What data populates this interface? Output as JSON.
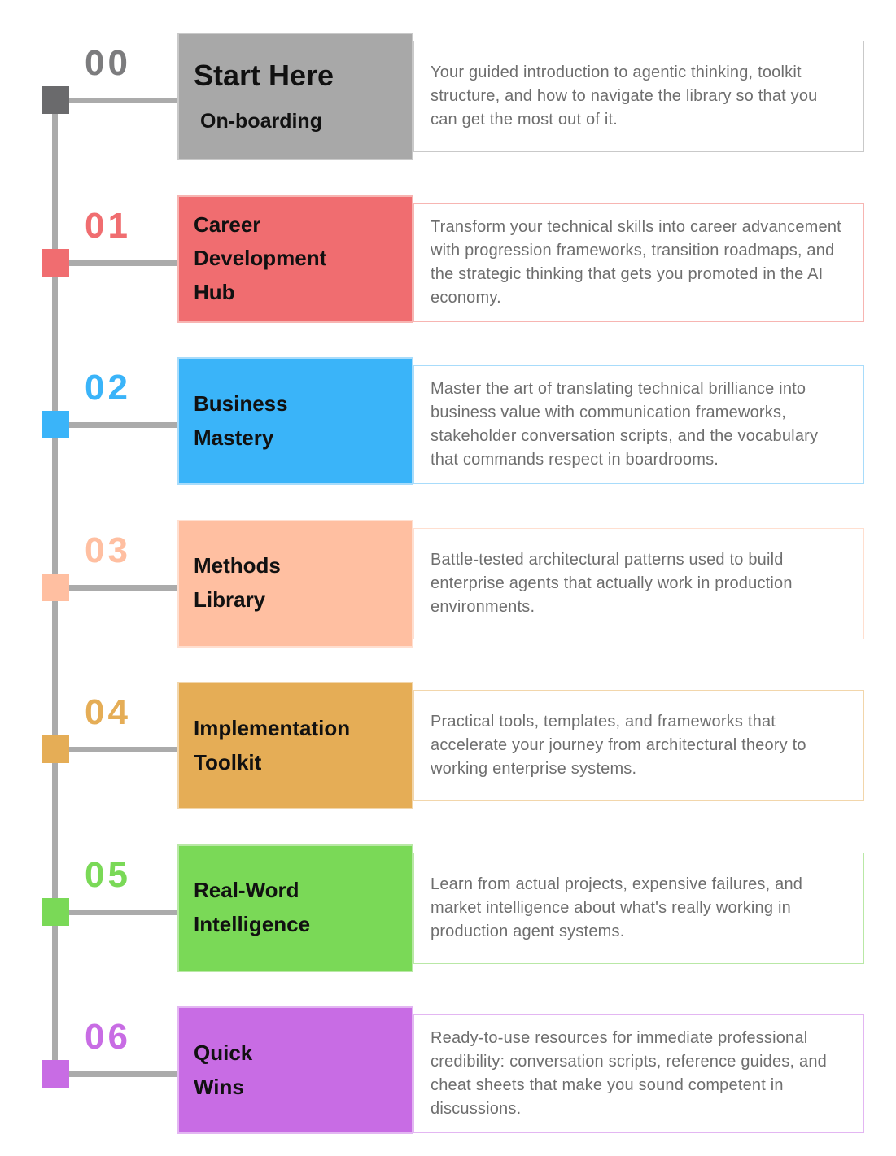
{
  "page": {
    "background": "#ffffff",
    "line_color": "#ababab",
    "title_text_color": "#111111",
    "description_text_color": "#6e6e6e"
  },
  "sections": [
    {
      "number": "00",
      "title": "Start Here",
      "subtitle": "On-boarding",
      "description": "Your guided introduction to agentic thinking, toolkit structure, and how to navigate the library so that you can get the most out of it.",
      "colors": {
        "box": "#a8a8a8",
        "number": "#7c7c7e",
        "square": "#6a6a6c",
        "border": "#c9c9c9"
      }
    },
    {
      "number": "01",
      "title": "Career\nDevelopment\nHub",
      "description": "Transform your technical skills into career advancement with progression frameworks, transition roadmaps, and the strategic thinking that gets you promoted in the AI economy.",
      "colors": {
        "box": "#f06d70",
        "number": "#f06d70",
        "square": "#f06d70",
        "border": "#f7b5b2"
      }
    },
    {
      "number": "02",
      "title": "Business\nMastery",
      "description": "Master the art of translating technical brilliance into business value with communication frameworks, stakeholder conversation scripts, and the vocabulary that commands respect in boardrooms.",
      "colors": {
        "box": "#3ab4f9",
        "number": "#3ab4f9",
        "square": "#3ab4f9",
        "border": "#a8dcfb"
      }
    },
    {
      "number": "03",
      "title": "Methods\nLibrary",
      "description": "Battle-tested architectural patterns used to build enterprise agents that actually work in production environments.",
      "colors": {
        "box": "#ffbfa1",
        "number": "#ffbfa1",
        "square": "#ffbfa1",
        "border": "#ffdfd0"
      }
    },
    {
      "number": "04",
      "title": "Implementation\nToolkit",
      "description": "Practical tools, templates, and frameworks that accelerate your journey from architectural theory to working enterprise systems.",
      "colors": {
        "box": "#e5ad56",
        "number": "#e5ad56",
        "square": "#e5ad56",
        "border": "#f2d6ab"
      }
    },
    {
      "number": "05",
      "title": "Real-Word\nIntelligence",
      "description": "Learn from actual projects, expensive failures, and market intelligence about what's really working in production agent systems.",
      "colors": {
        "box": "#7ad957",
        "number": "#7ad957",
        "square": "#7ad957",
        "border": "#b9e8a6"
      }
    },
    {
      "number": "06",
      "title": "Quick\nWins",
      "description": "Ready-to-use resources for immediate professional credibility: conversation scripts, reference guides, and cheat sheets that make you sound competent in discussions.",
      "colors": {
        "box": "#c86ce4",
        "number": "#c86ce4",
        "square": "#c86ce4",
        "border": "#e3b6f2"
      }
    }
  ]
}
